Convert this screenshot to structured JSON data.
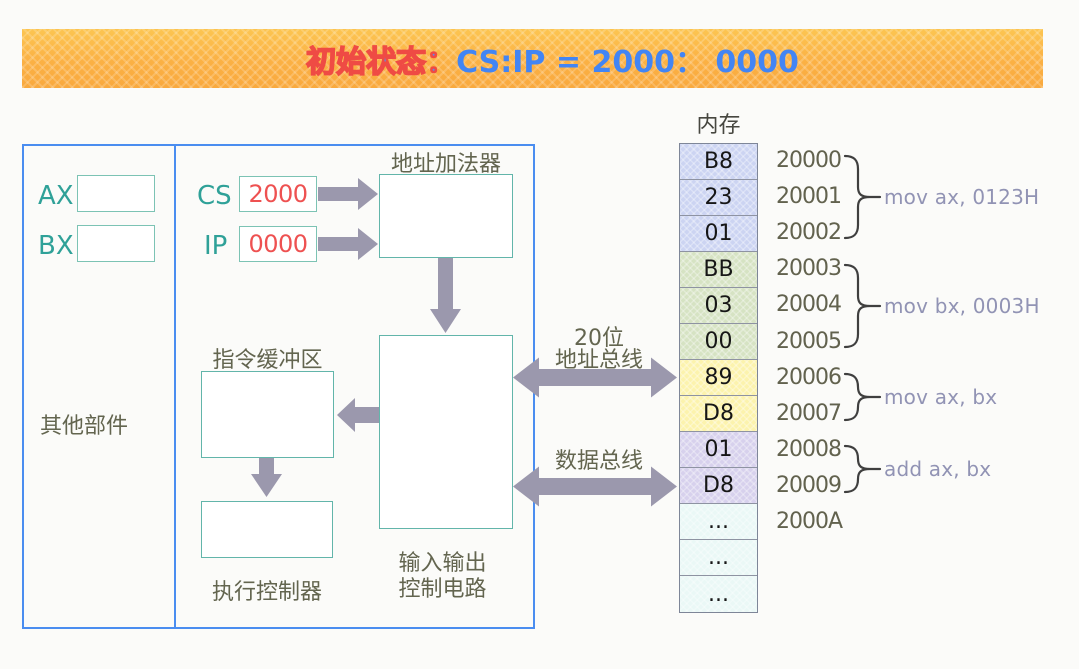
{
  "title": {
    "prefix": "初始状态：",
    "main": "CS:IP = 2000： 0000"
  },
  "cpu": {
    "reg_ax_label": "AX",
    "reg_ax_value": "",
    "reg_bx_label": "BX",
    "reg_bx_value": "",
    "reg_cs_label": "CS",
    "reg_cs_value": "2000",
    "reg_ip_label": "IP",
    "reg_ip_value": "0000",
    "other_components": "其他部件",
    "address_adder": "地址加法器",
    "instruction_buffer": "指令缓冲区",
    "execution_controller": "执行控制器",
    "io_control_line1": "输入输出",
    "io_control_line2": "控制电路"
  },
  "buses": {
    "address_bus_line1": "20位",
    "address_bus_line2": "地址总线",
    "data_bus": "数据总线"
  },
  "memory": {
    "label": "内存",
    "cells": [
      {
        "value": "B8",
        "group": "blue"
      },
      {
        "value": "23",
        "group": "blue"
      },
      {
        "value": "01",
        "group": "blue"
      },
      {
        "value": "BB",
        "group": "green"
      },
      {
        "value": "03",
        "group": "green"
      },
      {
        "value": "00",
        "group": "green"
      },
      {
        "value": "89",
        "group": "yellow"
      },
      {
        "value": "D8",
        "group": "yellow"
      },
      {
        "value": "01",
        "group": "purple"
      },
      {
        "value": "D8",
        "group": "purple"
      },
      {
        "value": "...",
        "group": "light"
      },
      {
        "value": "...",
        "group": "light"
      },
      {
        "value": "...",
        "group": "light"
      }
    ],
    "addresses": [
      "20000",
      "20001",
      "20002",
      "20003",
      "20004",
      "20005",
      "20006",
      "20007",
      "20008",
      "20009",
      "2000A"
    ]
  },
  "instructions": [
    {
      "text": "mov ax, 0123H"
    },
    {
      "text": "mov bx, 0003H"
    },
    {
      "text": "mov ax, bx"
    },
    {
      "text": "add ax, bx"
    }
  ],
  "colors": {
    "banner_orange": "#fbb144",
    "title_blue": "#4285f4",
    "title_red": "#ef4b44",
    "register_teal": "#2fa198",
    "value_red": "#ee5151",
    "arrow_gray": "#9b98ad",
    "label_olive": "#63654f",
    "instruction_gray": "#9193b4",
    "box_border_teal": "#62b5aa",
    "cpu_border_blue": "#4a8df0",
    "cell_blue": "#ccd4f2",
    "cell_green": "#d6e3c3",
    "cell_yellow": "#fcf3ad",
    "cell_purple": "#d7d1ed",
    "cell_light": "#eaf8f6"
  }
}
